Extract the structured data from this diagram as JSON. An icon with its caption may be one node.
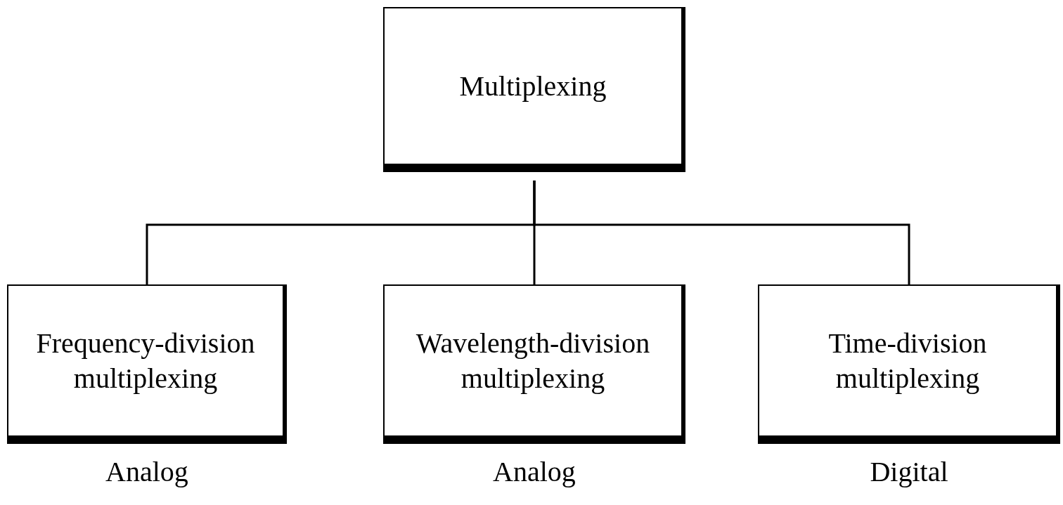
{
  "diagram": {
    "nodes": [
      {
        "text": [
          "Multiplexing"
        ]
      },
      {
        "text": [
          "Frequency-division multiplexing"
        ],
        "beside": [
          "Analog"
        ]
      },
      {
        "text": [
          "Wavelength-division multiplexing"
        ],
        "beside": [
          "Analog"
        ]
      },
      {
        "text": [
          "Time-division multiplexing"
        ],
        "beside": [
          "Digital"
        ]
      }
    ],
    "edges": [
      {
        "from": 0,
        "to": 1,
        "arrow": "none"
      },
      {
        "from": 0,
        "to": 2,
        "arrow": "none"
      },
      {
        "from": 0,
        "to": 3,
        "arrow": "none"
      }
    ]
  }
}
